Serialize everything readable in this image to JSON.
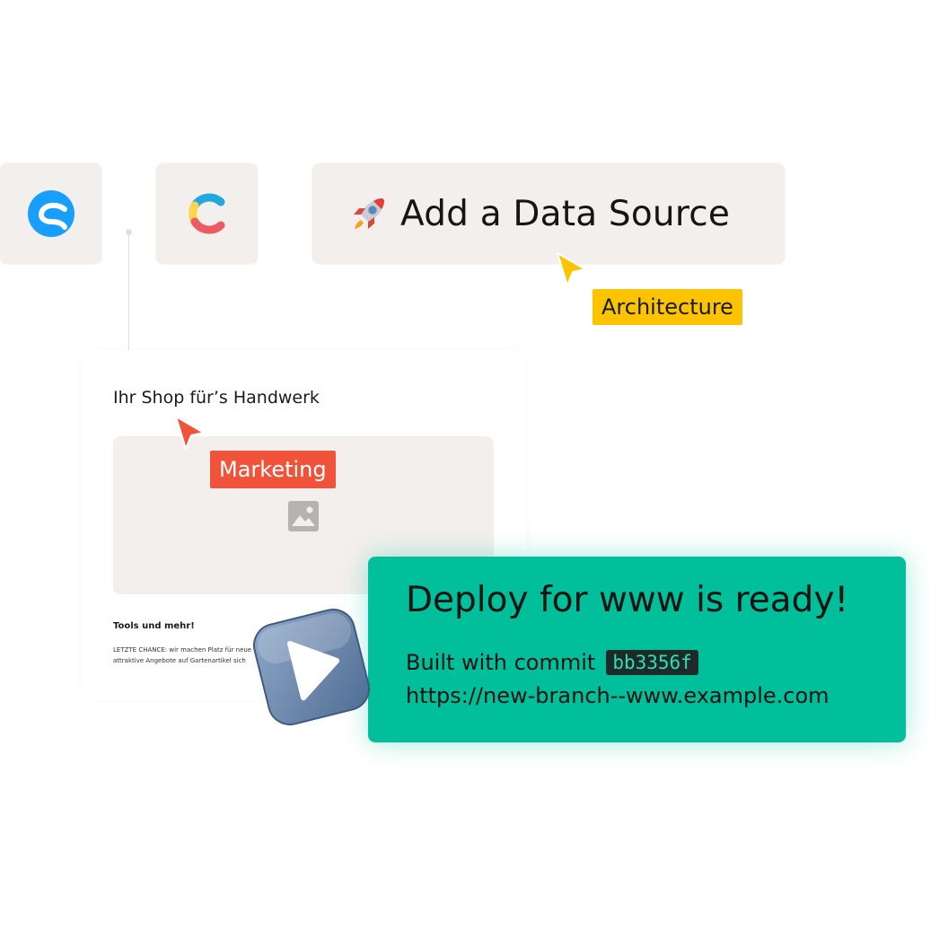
{
  "integrations": {
    "data_source_label": "Add a Data Source",
    "rocket_icon": "rocket-icon"
  },
  "tags": {
    "architecture": "Architecture",
    "marketing": "Marketing"
  },
  "shop_preview": {
    "title": "Ihr Shop für’s Handwerk",
    "subtitle": "Tools und mehr!",
    "body_line1": "LETZTE CHANCE: wir machen Platz für neue",
    "body_line2": "attraktive Angebote auf Gartenartikel sich"
  },
  "deploy": {
    "title": "Deploy for www is ready!",
    "commit_prefix": "Built with commit",
    "commit_hash": "bb3356f",
    "url": "https://new-branch--www.example.com"
  },
  "colors": {
    "tile_bg": "#f3efec",
    "architecture_tag": "#fcc400",
    "marketing_tag": "#f0533a",
    "deploy_bg": "#00bf9a",
    "shopware_blue": "#189eff"
  }
}
